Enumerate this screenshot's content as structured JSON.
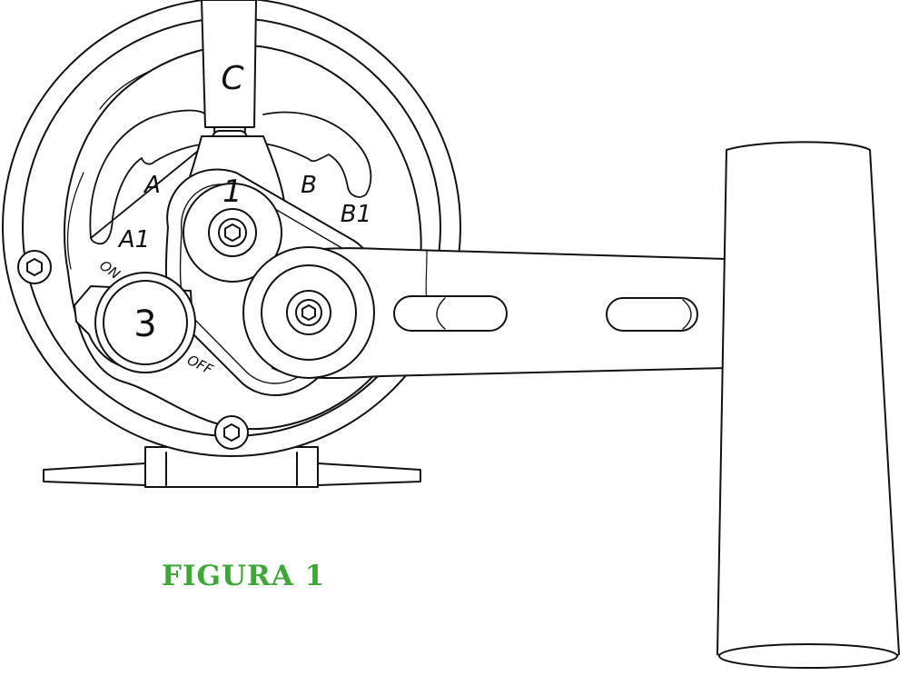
{
  "labels": {
    "lever": "C",
    "position_1": "1",
    "position_a": "A",
    "position_a1": "A1",
    "position_b": "B",
    "position_b1": "B1",
    "knob_number": "3",
    "switch_on": "ON",
    "switch_off": "OFF"
  },
  "caption": {
    "text": "FIGURA 1",
    "color": "#3aaa35"
  }
}
